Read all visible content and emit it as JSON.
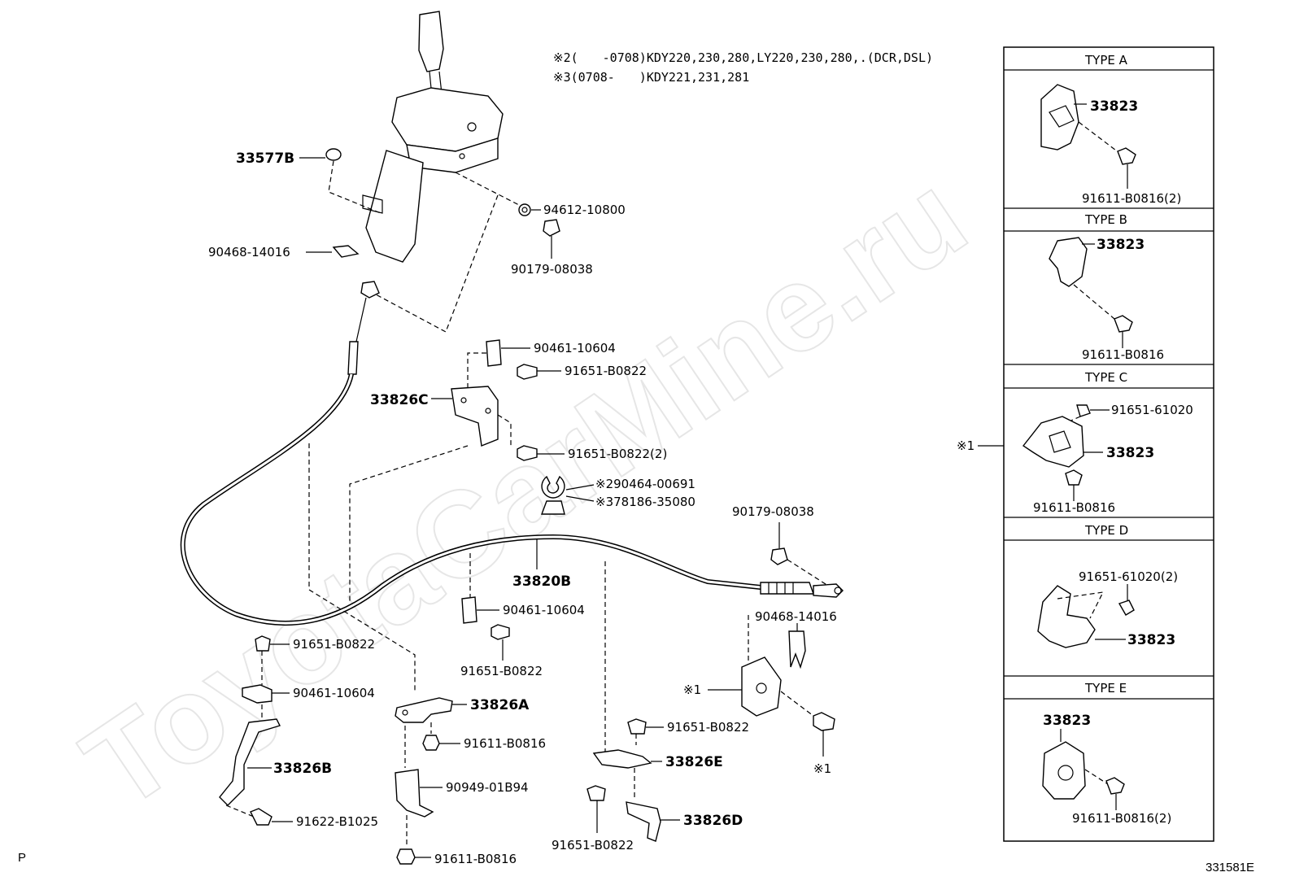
{
  "notes": {
    "line1": "※2(　　-0708)KDY220,230,280,LY220,230,280,.(DCR,DSL)",
    "line2": "※3(0708-　　)KDY221,231,281"
  },
  "watermark": "ToyotaCarMine.ru",
  "callouts": {
    "c33577b": "33577B",
    "c94612": "94612-10800",
    "c90179a": "90179-08038",
    "c90468a": "90468-14016",
    "c90461a": "90461-10604",
    "c91651a": "91651-B0822",
    "c33826c": "33826C",
    "c91651b": "91651-B0822(2)",
    "c90464": "※290464-00691",
    "c78186": "※378186-35080",
    "c90179b": "90179-08038",
    "c33820b": "33820B",
    "c90461b": "90461-10604",
    "c91651c": "91651-B0822",
    "c90468b": "90468-14016",
    "c91651d": "91651-B0822",
    "c90461c": "90461-10604",
    "c33826a": "33826A",
    "c91611a": "91611-B0816",
    "c33826b": "33826B",
    "c90949": "90949-01B94",
    "c91622": "91622-B1025",
    "c91611b": "91611-B0816",
    "c91651e": "91651-B0822",
    "c33826e": "33826E",
    "c91651f": "91651-B0822",
    "c33826d": "33826D",
    "cref1a": "※1",
    "cref1b": "※1"
  },
  "types": {
    "ref": "※1",
    "a": {
      "title": "TYPE A",
      "part": "33823",
      "fastener": "91611-B0816(2)"
    },
    "b": {
      "title": "TYPE B",
      "part": "33823",
      "fastener": "91611-B0816"
    },
    "c": {
      "title": "TYPE C",
      "part": "33823",
      "fastener": "91611-B0816",
      "fastener2": "91651-61020"
    },
    "d": {
      "title": "TYPE D",
      "part": "33823",
      "fastener": "91651-61020(2)"
    },
    "e": {
      "title": "TYPE E",
      "part": "33823",
      "fastener": "91611-B0816(2)"
    }
  },
  "corner": {
    "left": "P",
    "right": "331581E"
  }
}
